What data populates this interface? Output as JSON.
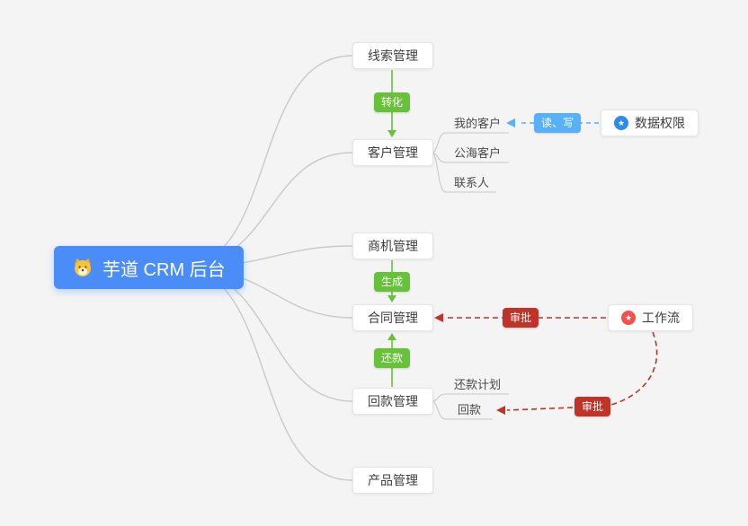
{
  "root": {
    "label": "芋道 CRM 后台"
  },
  "modules": {
    "leads": "线索管理",
    "customer": "客户管理",
    "opportunity": "商机管理",
    "contract": "合同管理",
    "receivable": "回款管理",
    "product": "产品管理"
  },
  "customer_children": {
    "my_customer": "我的客户",
    "public_customer": "公海客户",
    "contact": "联系人"
  },
  "receivable_children": {
    "plan": "还款计划",
    "receivable": "回款"
  },
  "flow_badges": {
    "convert": "转化",
    "generate": "生成",
    "repay": "还款"
  },
  "permission": {
    "node": "数据权限",
    "badge": "读、写"
  },
  "workflow": {
    "node": "工作流",
    "approve_contract": "审批",
    "approve_receivable": "审批"
  },
  "icons": {
    "star": "★"
  },
  "colors": {
    "background": "#f4f4f5",
    "root_bg": "#4b8df8",
    "flow_green": "#67c23a",
    "permission_blue": "#58b0f8",
    "workflow_red": "#bf3329",
    "connector_gray": "#c9c9c9",
    "node_border": "#e5e5e5",
    "permission_icon_blue": "#2b8ced",
    "workflow_icon_red": "#f4504c"
  }
}
